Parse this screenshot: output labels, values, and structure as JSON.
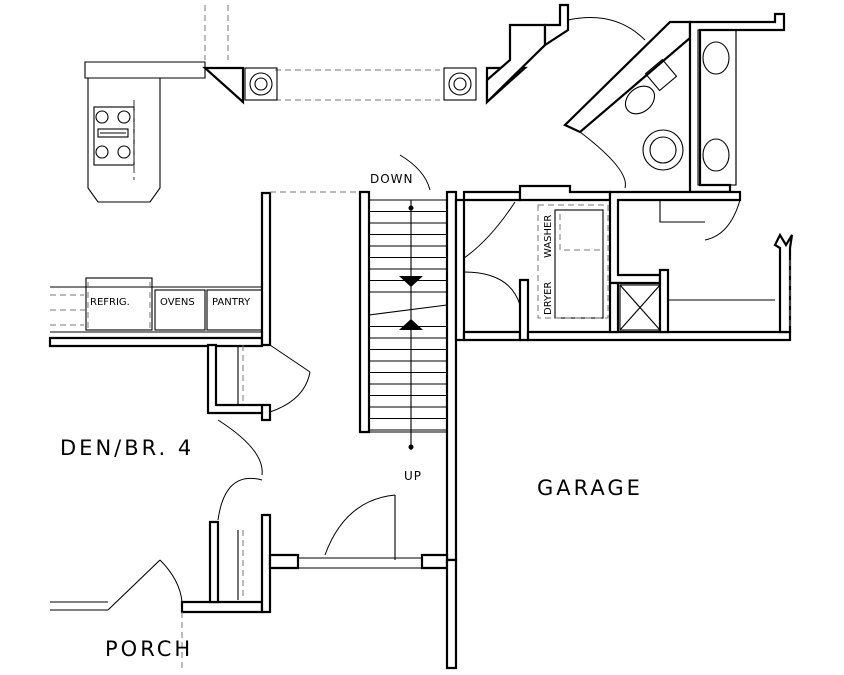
{
  "rooms": {
    "den": "DEN/BR. 4",
    "garage": "GARAGE",
    "porch": "PORCH"
  },
  "stairs": {
    "down": "DOWN",
    "up": "UP"
  },
  "appliances": {
    "refrigerator": "REFRIG.",
    "ovens": "OVENS",
    "pantry": "PANTRY",
    "dryer": "DRYER",
    "washer": "WASHER"
  }
}
